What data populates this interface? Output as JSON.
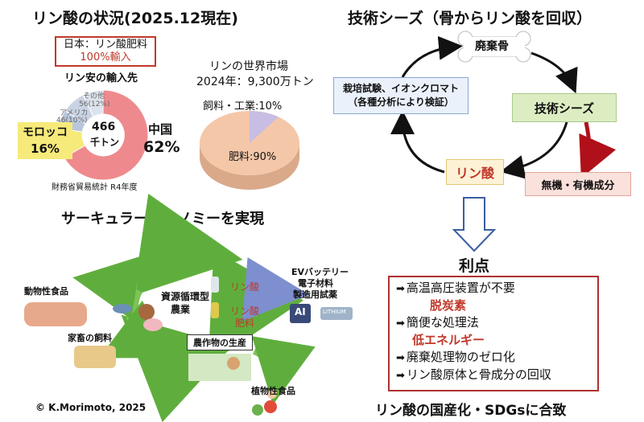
{
  "left_panel": {
    "title": "リン酸の状況(2025.12現在)",
    "japan_box": {
      "line1": "日本：リン酸肥料",
      "line2": "100%輸入"
    },
    "import_title": "リン安の輸入先",
    "donut_center": {
      "value": "466",
      "unit": "千トン"
    },
    "segments": [
      {
        "name": "中国",
        "pct": "62%"
      },
      {
        "name": "モロッコ",
        "pct": "16%"
      },
      {
        "name": "アメリカ",
        "pct": "46(10%)"
      },
      {
        "name": "",
        "pct": "56(12%)"
      },
      {
        "name": "その他",
        "pct": ""
      }
    ],
    "source": "財務省貿易統計 R4年度"
  },
  "chart_data": {
    "type": "pie",
    "title": "リンの世界市場",
    "subtitle": "2024年：9,300万トン",
    "slices": [
      {
        "label": "肥料:90%",
        "value": 90,
        "color": "#f4c7a8"
      },
      {
        "label": "飼料・工業:10%",
        "value": 10,
        "color": "#c8bde2"
      }
    ]
  },
  "right_panel": {
    "title": "技術シーズ（骨からリン酸を回収）",
    "nodes": {
      "waste_bone": "廃棄骨",
      "tech_seeds": "技術シーズ",
      "phosphoric_acid": "リン酸",
      "components": "無機・有機成分",
      "verification_line1": "栽培試験、イオンクロマト",
      "verification_line2": "（各種分析により検証）"
    }
  },
  "circular": {
    "title": "サーキュラーエコノミーを実現",
    "center_line1": "資源循環型",
    "center_line2": "農業",
    "phosphoric_acid": "リン酸",
    "fertilizer_line1": "リン酸",
    "fertilizer_line2": "肥料",
    "ev_line1": "EVバッテリー",
    "ev_line2": "電子材料",
    "ev_line3": "製造用試薬",
    "ai_chip": "AI",
    "animal_food": "動物性食品",
    "livestock_feed": "家畜の飼料",
    "crop_production": "農作物の生産",
    "plant_food": "植物性食品",
    "battery_label": "LITHIUM"
  },
  "benefits": {
    "title": "利点",
    "items": [
      {
        "text": "高温高圧装置が不要",
        "emphasis": "脱炭素"
      },
      {
        "text": "簡便な処理法",
        "emphasis": "低エネルギー"
      },
      {
        "text": "廃棄処理物のゼロ化",
        "emphasis": ""
      },
      {
        "text": "リン酸原体と骨成分の回収",
        "emphasis": ""
      }
    ],
    "arrow_glyph": "➡",
    "conclusion": "リン酸の国産化・SDGsに合致"
  },
  "copyright": "© K.Morimoto, 2025",
  "colors": {
    "china": "#ee8a8e",
    "morocco": "#f6ea7a",
    "usa": "#b7c6dd",
    "other1": "#c9d3e3",
    "other2": "#dde3ec",
    "tech_green": "#dcedc2",
    "red_accent": "#c0392b",
    "blue_box": "#eaf1fb"
  }
}
